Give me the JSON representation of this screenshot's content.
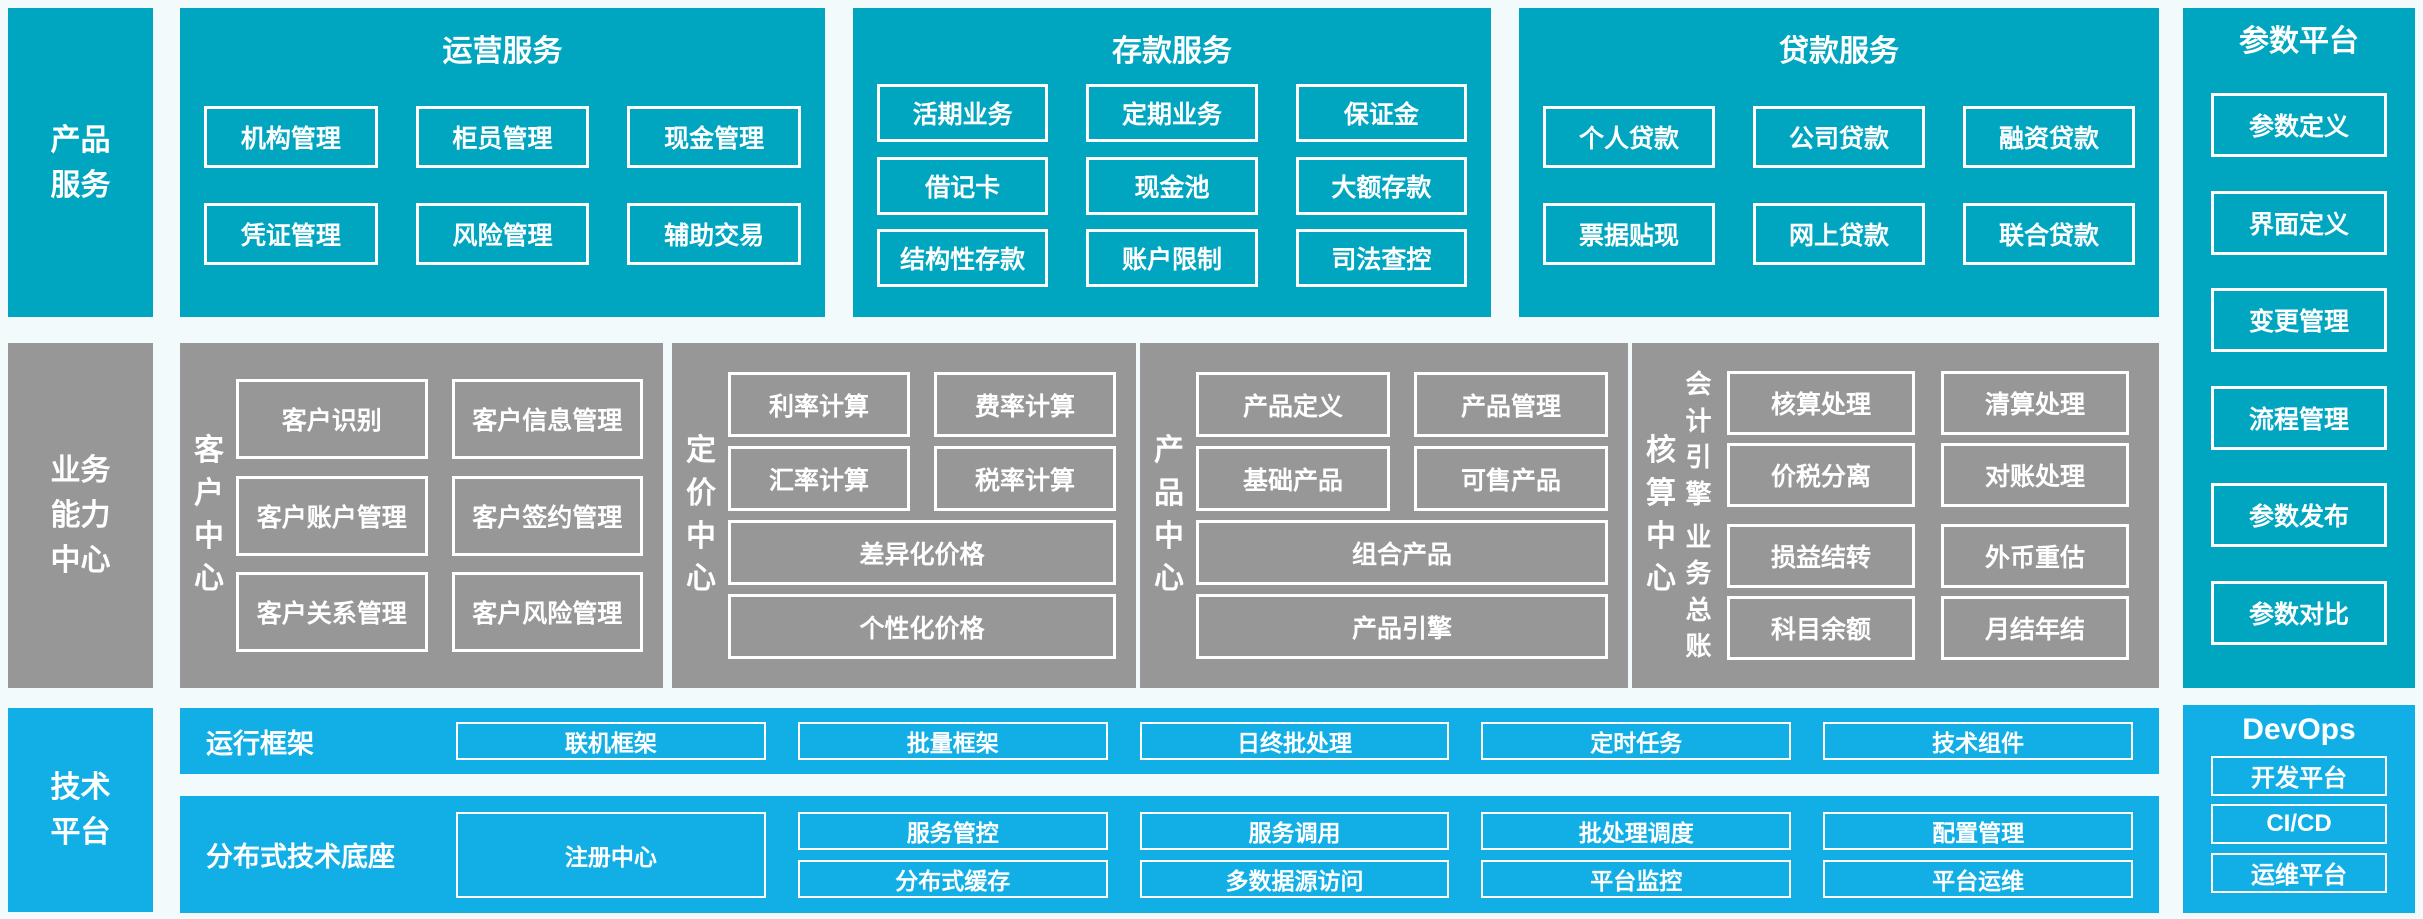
{
  "colors": {
    "teal": "#00a6c0",
    "gray": "#979797",
    "blue": "#12afe6"
  },
  "left_rail": {
    "product_services": "产品服务",
    "business_capability": "业务能力中心",
    "tech_platform": "技术平台"
  },
  "operation_services": {
    "title": "运营服务",
    "modules": [
      "机构管理",
      "柜员管理",
      "现金管理",
      "凭证管理",
      "风险管理",
      "辅助交易"
    ]
  },
  "deposit_services": {
    "title": "存款服务",
    "modules": [
      "活期业务",
      "定期业务",
      "保证金",
      "借记卡",
      "现金池",
      "大额存款",
      "结构性存款",
      "账户限制",
      "司法查控"
    ]
  },
  "loan_services": {
    "title": "贷款服务",
    "modules": [
      "个人贷款",
      "公司贷款",
      "融资贷款",
      "票据贴现",
      "网上贷款",
      "联合贷款"
    ]
  },
  "parameter_platform": {
    "title": "参数平台",
    "modules": [
      "参数定义",
      "界面定义",
      "变更管理",
      "流程管理",
      "参数发布",
      "参数对比"
    ]
  },
  "customer_center": {
    "label": "客户中心",
    "modules": [
      "客户识别",
      "客户信息管理",
      "客户账户管理",
      "客户签约管理",
      "客户关系管理",
      "客户风险管理"
    ]
  },
  "pricing_center": {
    "label": "定价中心",
    "modules": [
      "利率计算",
      "费率计算",
      "汇率计算",
      "税率计算"
    ],
    "wide_modules": [
      "差异化价格",
      "个性化价格"
    ]
  },
  "product_center": {
    "label": "产品中心",
    "modules": [
      "产品定义",
      "产品管理",
      "基础产品",
      "可售产品"
    ],
    "wide_modules": [
      "组合产品",
      "产品引擎"
    ]
  },
  "accounting_center": {
    "label": "核算中心",
    "groups": [
      {
        "label": "会计引擎",
        "modules": [
          "核算处理",
          "清算处理",
          "价税分离",
          "对账处理"
        ]
      },
      {
        "label": "业务总账",
        "modules": [
          "损益结转",
          "外币重估",
          "科目余额",
          "月结年结"
        ]
      }
    ]
  },
  "runtime_framework": {
    "label": "运行框架",
    "modules": [
      "联机框架",
      "批量框架",
      "日终批处理",
      "定时任务",
      "技术组件"
    ]
  },
  "distributed_base": {
    "label": "分布式技术底座",
    "registry": "注册中心",
    "modules": [
      "服务管控",
      "服务调用",
      "批处理调度",
      "配置管理",
      "分布式缓存",
      "多数据源访问",
      "平台监控",
      "平台运维"
    ]
  },
  "devops": {
    "title": "DevOps",
    "modules": [
      "开发平台",
      "CI/CD",
      "运维平台"
    ]
  }
}
